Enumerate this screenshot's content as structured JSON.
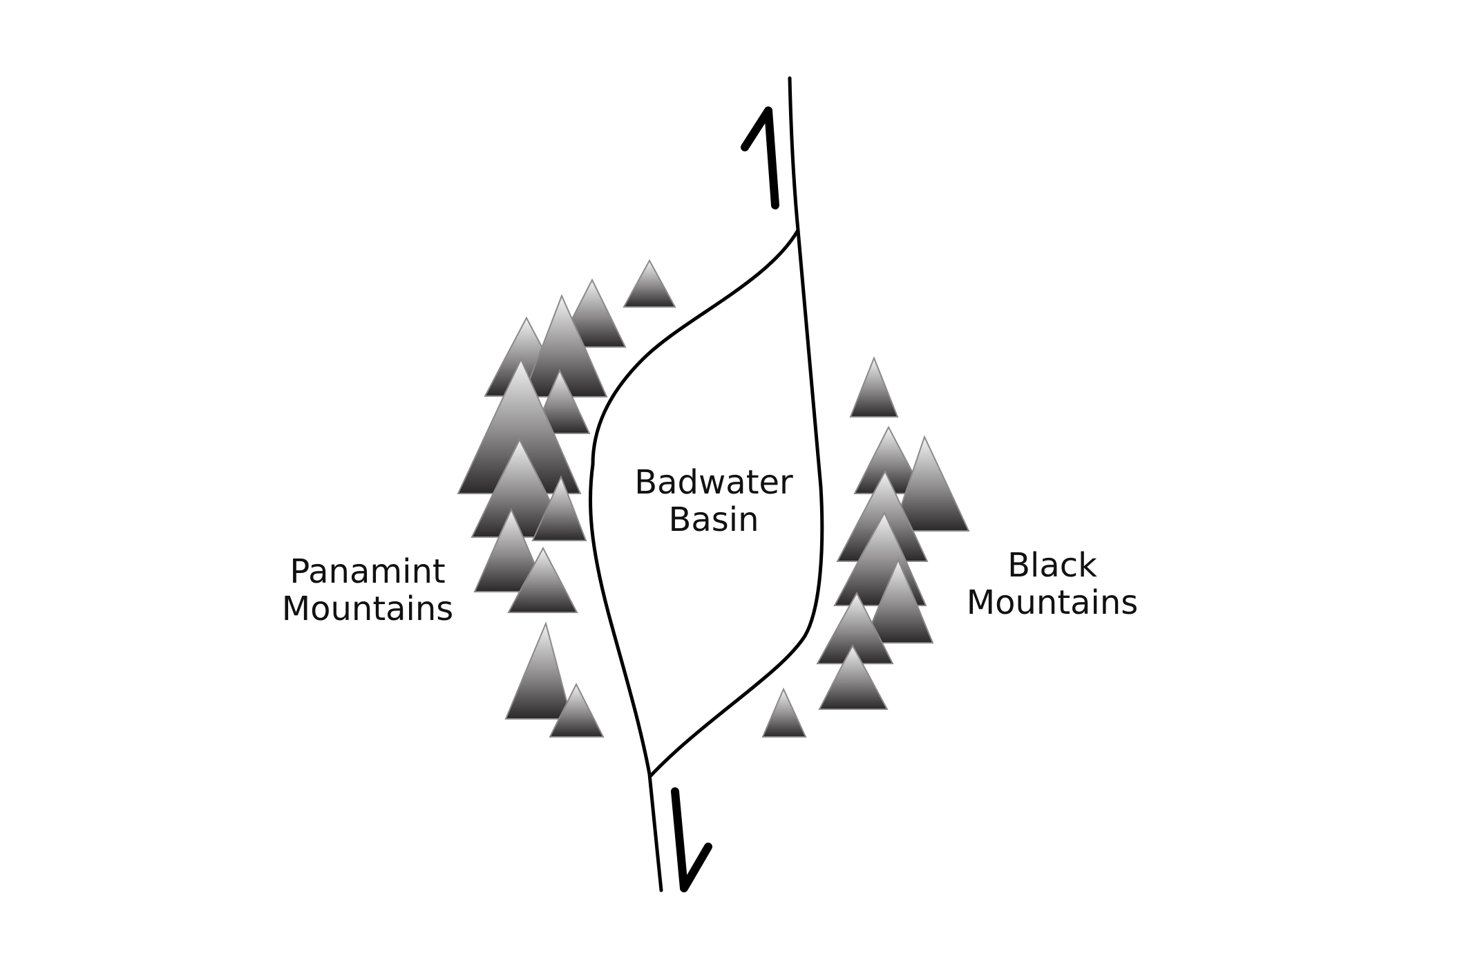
{
  "labels": {
    "basin_line1": "Badwater",
    "basin_line2": "Basin",
    "panamint_line1": "Panamint",
    "panamint_line2": "Mountains",
    "black_line1": "Black",
    "black_line2": "Mountains"
  },
  "colors": {
    "peak_top": "#f4f4f4",
    "peak_bottom": "#2a2828",
    "line": "#000000",
    "background": "#ffffff"
  }
}
